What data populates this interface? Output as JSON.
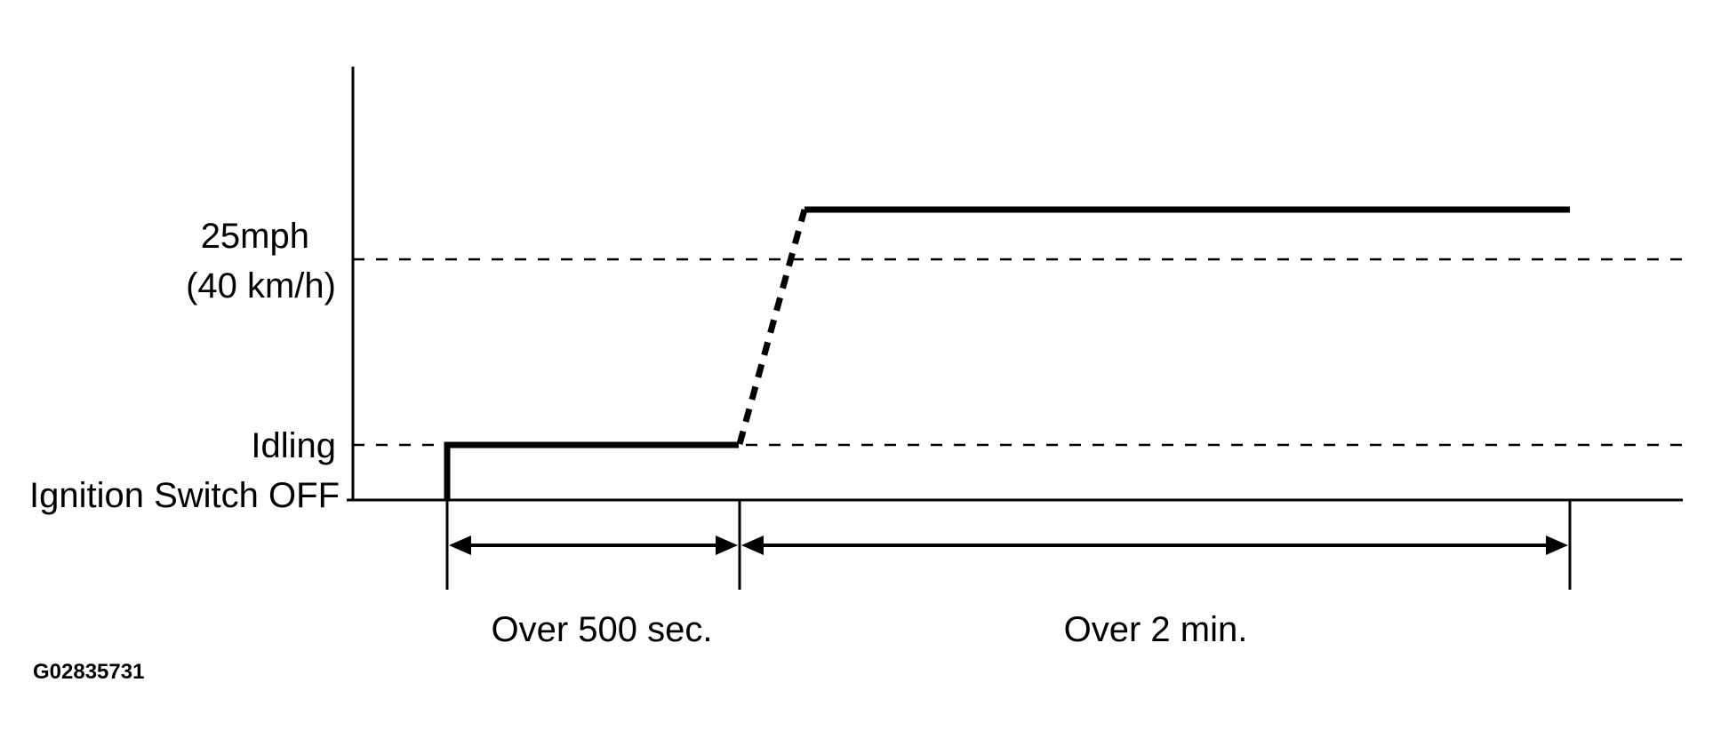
{
  "diagram": {
    "levels": {
      "speed_line1": "25mph",
      "speed_line2": "(40 km/h)",
      "idling": "Idling",
      "ignition_off": "Ignition Switch OFF"
    },
    "durations": {
      "first": "Over 500 sec.",
      "second": "Over 2 min."
    },
    "figure_code": "G02835731",
    "line_color": "#000000",
    "background_color": "#ffffff"
  }
}
